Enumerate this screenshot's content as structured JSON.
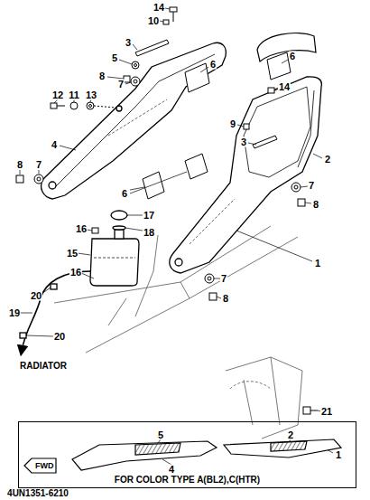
{
  "diagram": {
    "nodes": [
      {
        "text": [
          "FOR COLOR TYPE A(BL2),C(HTR)"
        ]
      },
      {
        "text": [
          "FWD"
        ],
        "in": 0
      }
    ],
    "labels": [
      "14",
      "10",
      "3",
      "5",
      "6",
      "8",
      "7",
      "6",
      "14",
      "12",
      "11",
      "13",
      "9",
      "3",
      "4",
      "2",
      "7",
      "8",
      "8",
      "7",
      "6",
      "17",
      "18",
      "16",
      "15",
      "16",
      "20",
      "19",
      "20",
      "RADIATOR",
      "7",
      "8",
      "1",
      "21",
      "5",
      "2",
      "4",
      "1",
      "4UN1351-6210"
    ]
  }
}
